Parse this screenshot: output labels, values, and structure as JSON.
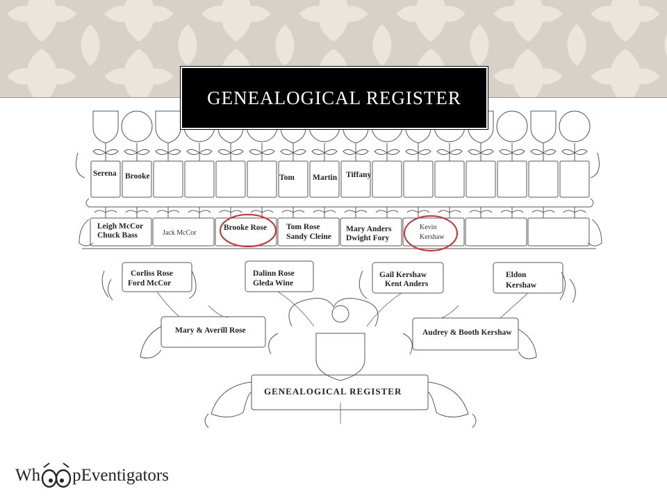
{
  "slide": {
    "title": "GENEALOGICAL REGISTER",
    "logo": {
      "left": "Wh",
      "right": "pEventigators"
    }
  },
  "tree": {
    "gen5": [
      "Serena",
      "Brooke",
      "Tom",
      "Martin",
      "Tiffany"
    ],
    "gen4": [
      {
        "line1": "Leigh McCor",
        "line2": "Chuck Bass"
      },
      {
        "line1": "Jack McCor",
        "line2": ""
      },
      {
        "line1": "Brooke Rose",
        "line2": ""
      },
      {
        "line1": "Tom Rose",
        "line2": "Sandy Cleine"
      },
      {
        "line1": "Mary Anders",
        "line2": "Dwight Fory"
      },
      {
        "line1": "Kevin",
        "line2": "Kershaw"
      }
    ],
    "gen3": [
      {
        "line1": "Corliss Rose",
        "line2": "Ford McCor"
      },
      {
        "line1": "Dalinn Rose",
        "line2": "Gleda Wine"
      },
      {
        "line1": "Gail Kershaw",
        "line2": "Kent Anders"
      },
      {
        "line1": "Eldon",
        "line2": "Kershaw"
      }
    ],
    "gen2": [
      "Mary & Averill Rose",
      "Audrey & Booth Kershaw"
    ],
    "bottom_banner": "GENEALOGICAL REGISTER"
  },
  "colors": {
    "highlight": "#d62828",
    "banner_bg": "#000000",
    "banner_text": "#ffffff",
    "damask_bg": "#d8d1c7",
    "damask_motif": "#ece7df"
  }
}
